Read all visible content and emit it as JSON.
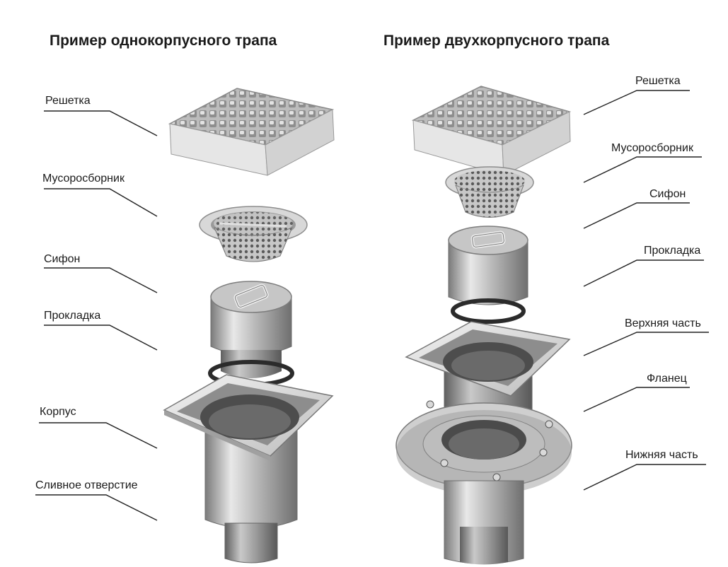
{
  "left": {
    "title": "Пример однокорпусного трапа",
    "labels": {
      "grate": "Решетка",
      "strainer": "Мусоросборник",
      "siphon": "Сифон",
      "gasket": "Прокладка",
      "body": "Корпус",
      "outlet": "Сливное отверстие"
    }
  },
  "right": {
    "title": "Пример двухкорпусного трапа",
    "labels": {
      "grate": "Решетка",
      "strainer": "Мусоросборник",
      "siphon": "Сифон",
      "gasket": "Прокладка",
      "upper": "Верхняя часть",
      "flange": "Фланец",
      "lower": "Нижняя часть"
    }
  },
  "colors": {
    "steel_light": "#e4e4e4",
    "steel_mid": "#a9a9a9",
    "steel_dark": "#6b6b6b",
    "leader": "#222222"
  }
}
